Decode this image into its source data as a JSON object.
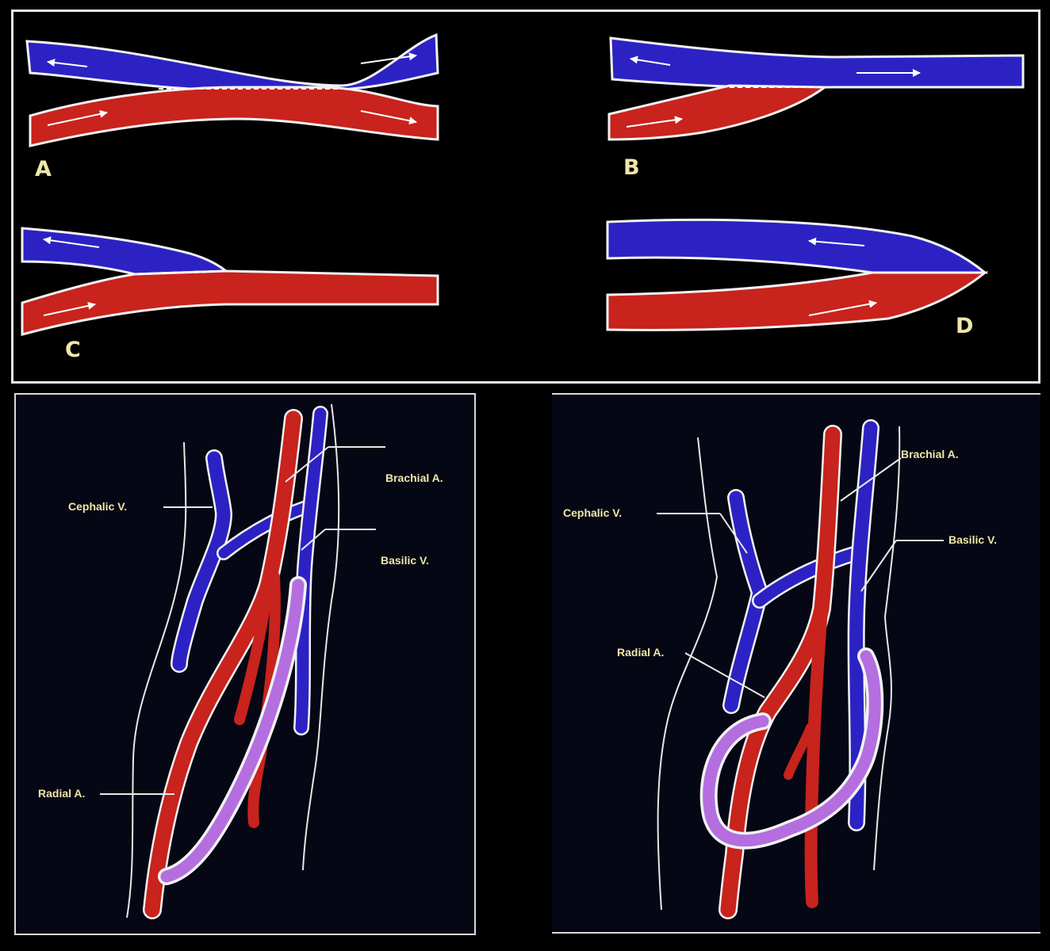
{
  "top": {
    "panels": [
      {
        "letter": "A"
      },
      {
        "letter": "B"
      },
      {
        "letter": "C"
      },
      {
        "letter": "D"
      }
    ]
  },
  "left_diagram": {
    "labels": {
      "cephalic": "Cephalic V.",
      "brachial": "Brachial A.",
      "basilic": "Basilic V.",
      "radial": "Radial A."
    }
  },
  "right_diagram": {
    "labels": {
      "cephalic": "Cephalic V.",
      "brachial": "Brachial A.",
      "basilic": "Basilic V.",
      "radial": "Radial A."
    }
  },
  "colors": {
    "vein": "#2c22c4",
    "artery": "#c8231c",
    "graft": "#b46ee0",
    "outline": "#f2f2f2",
    "label": "#f1e6a8"
  }
}
